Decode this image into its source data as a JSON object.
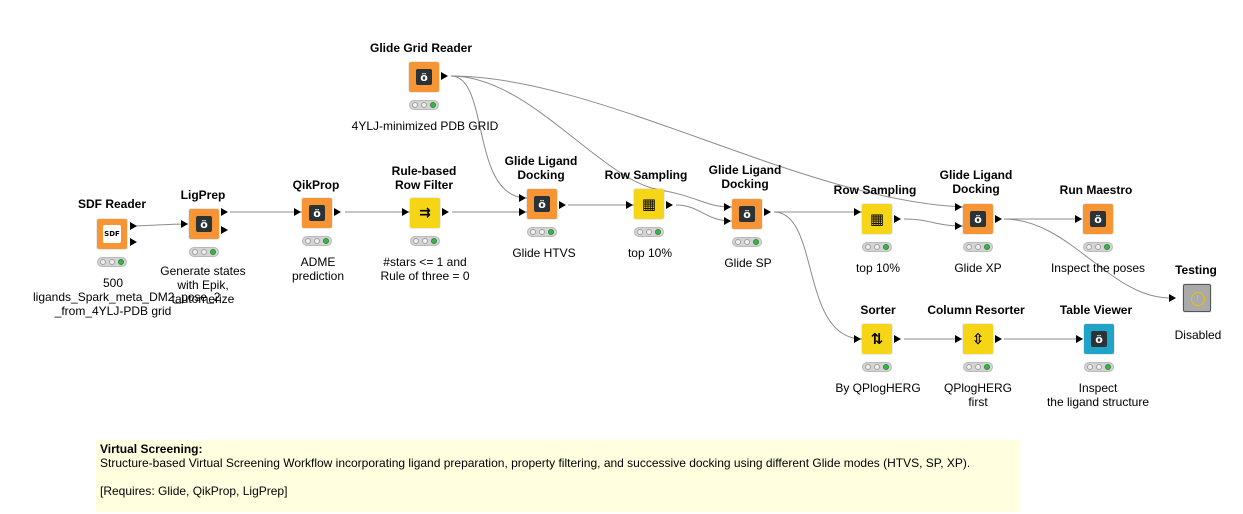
{
  "colors": {
    "orange": "#f79433",
    "yellow": "#f6d416",
    "teal": "#1fa3c7",
    "note_bg": "#ffffe0",
    "glyph_dark": "#2b3336"
  },
  "nodes": {
    "sdf_reader": {
      "title": "SDF Reader",
      "label": "500 ligands_Spark_meta_DM2_pose_2\n_from_4YLJ-PDB grid",
      "glyph": "SDF",
      "icon": "sdf-file-icon"
    },
    "ligprep": {
      "title": "LigPrep",
      "label": "Generate states\nwith Epik,\ntautomerize",
      "glyph": "ö",
      "icon": "schrodinger-icon"
    },
    "qikprop": {
      "title": "QikProp",
      "label": "ADME\nprediction",
      "glyph": "ö",
      "icon": "schrodinger-icon"
    },
    "rule_filter": {
      "title": "Rule-based\nRow Filter",
      "label": "#stars <= 1 and\nRule of three = 0",
      "glyph": "⇉",
      "icon": "row-filter-icon"
    },
    "grid_reader": {
      "title": "Glide Grid Reader",
      "label": "4YLJ-minimized PDB GRID",
      "glyph": "ö",
      "icon": "schrodinger-icon"
    },
    "docking_htvs": {
      "title": "Glide Ligand\nDocking",
      "label": "Glide HTVS",
      "glyph": "ö",
      "icon": "schrodinger-icon"
    },
    "row_sampling_1": {
      "title": "Row Sampling",
      "label": "top 10%",
      "glyph": "▦",
      "icon": "row-sampling-icon"
    },
    "docking_sp": {
      "title": "Glide Ligand\nDocking",
      "label": "Glide SP",
      "glyph": "ö",
      "icon": "schrodinger-icon"
    },
    "row_sampling_2": {
      "title": "Row Sampling",
      "label": "top 10%",
      "glyph": "▦",
      "icon": "row-sampling-icon"
    },
    "docking_xp": {
      "title": "Glide Ligand\nDocking",
      "label": "Glide XP",
      "glyph": "ö",
      "icon": "schrodinger-icon"
    },
    "run_maestro": {
      "title": "Run Maestro",
      "label": "Inspect the poses",
      "glyph": "ö",
      "icon": "schrodinger-icon"
    },
    "testing": {
      "title": "Testing",
      "label": "Disabled",
      "icon": "clock-icon"
    },
    "sorter": {
      "title": "Sorter",
      "label": "By QPlogHERG",
      "glyph": "⇅",
      "icon": "sorter-icon"
    },
    "column_resorter": {
      "title": "Column Resorter",
      "label": "QPlogHERG\nfirst",
      "glyph": "⇳",
      "icon": "column-resorter-icon"
    },
    "table_viewer": {
      "title": "Table Viewer",
      "label": "Inspect\nthe ligand structure",
      "glyph": "ö",
      "icon": "table-view-icon"
    }
  },
  "note": {
    "title": "Virtual Screening:",
    "line1": "Structure-based Virtual Screening Workflow incorporating ligand preparation, property filtering, and successive docking using different Glide modes (HTVS, SP, XP).",
    "line2": "[Requires: Glide, QikProp, LigPrep]"
  }
}
